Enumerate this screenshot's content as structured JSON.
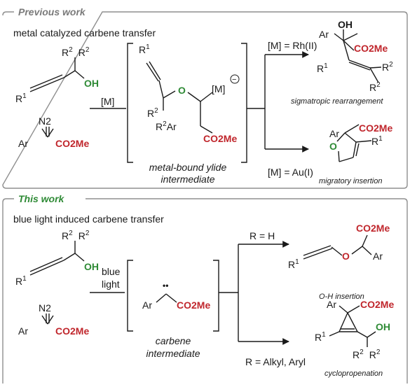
{
  "top": {
    "header": "Previous work",
    "subtitle": "metal catalyzed carbene transfer",
    "M_label": "[M]",
    "ylide_label_line1": "metal-bound ylide",
    "ylide_label_line2": "intermediate",
    "branch_top_label": "[M] = Rh(II)",
    "branch_bottom_label": "[M] = Au(I)",
    "product_top_caption": "sigmatropic rearrangement",
    "product_bottom_caption": "migratory insertion"
  },
  "bottom": {
    "header": "This work",
    "subtitle": "blue light induced carbene transfer",
    "blue_line1": "blue",
    "blue_line2": "light",
    "carbene_label_line1": "carbene",
    "carbene_label_line2": "intermediate",
    "branch_top_label": "R = H",
    "branch_bottom_label": "R = Alkyl, Aryl",
    "product_top_caption": "O-H insertion",
    "product_bottom_caption": "cyclopropenation"
  },
  "chem": {
    "ar": "Ar",
    "oh": "OH",
    "o": "O",
    "co2me": "CO2Me",
    "n2": "N2",
    "r": "R",
    "sup1": "1",
    "sup2": "2",
    "m_bracket": "[M]",
    "minus": "−",
    "dots": "••"
  },
  "colors": {
    "red": "#c0262c",
    "green": "#2e8a35",
    "gray_header": "#7a7a7a",
    "box_border": "#8f8f8f",
    "ink": "#1a1a1a"
  }
}
